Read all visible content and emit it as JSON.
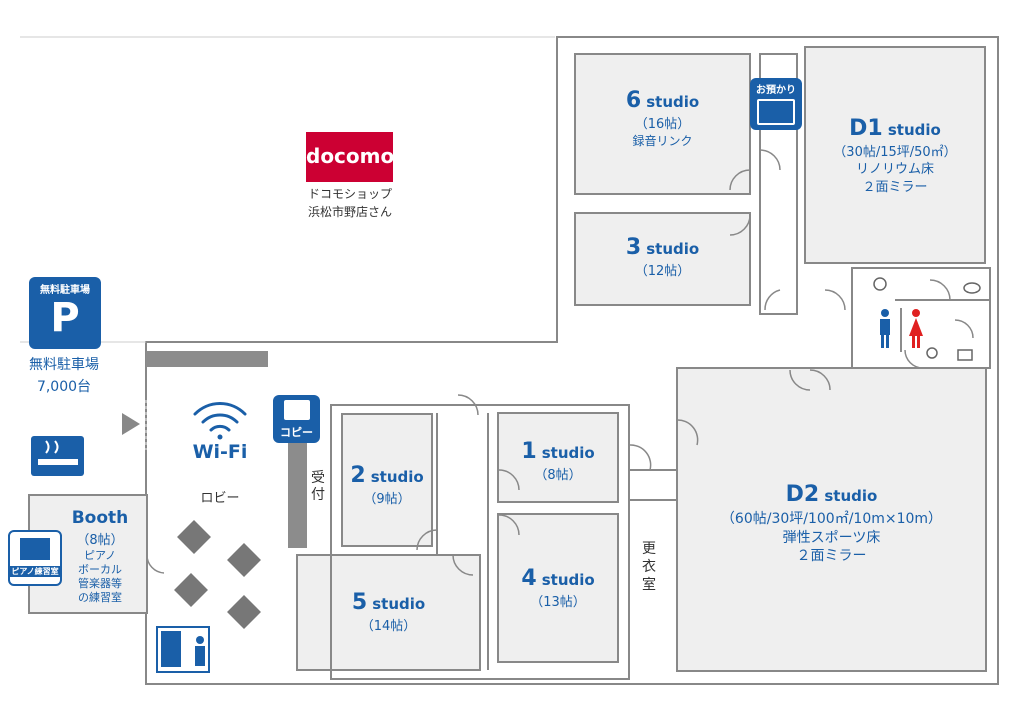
{
  "docomo": {
    "logo": "docomo",
    "name": "ドコモショップ",
    "name2": "浜松市野店さん",
    "color": "#cc0033"
  },
  "parking": {
    "badge": "無料駐車場",
    "letter": "P",
    "caption": "無料駐車場",
    "count": "7,000台"
  },
  "wifi": {
    "label": "Wi-Fi"
  },
  "lobby": {
    "label": "ロビー"
  },
  "reception": {
    "label": "受付"
  },
  "copy": {
    "label": "コピー"
  },
  "storage": {
    "label": "お預かり"
  },
  "changing": {
    "label": "更衣室"
  },
  "booth": {
    "name": "Booth",
    "size": "（8帖）",
    "desc1": "ピアノ",
    "desc2": "ボーカル",
    "desc3": "管楽器等",
    "desc4": "の練習室",
    "badge": "ピアノ練習室"
  },
  "studios": {
    "s6": {
      "num": "6",
      "st": "studio",
      "size": "（16帖）",
      "note": "録音リンク"
    },
    "s3": {
      "num": "3",
      "st": "studio",
      "size": "（12帖）"
    },
    "d1": {
      "num": "D1",
      "st": "studio",
      "size": "（30帖/15坪/50㎡）",
      "note": "リノリウム床",
      "note2": "２面ミラー"
    },
    "s1": {
      "num": "1",
      "st": "studio",
      "size": "（8帖）"
    },
    "s2": {
      "num": "2",
      "st": "studio",
      "size": "（9帖）"
    },
    "s4": {
      "num": "4",
      "st": "studio",
      "size": "（13帖）"
    },
    "s5": {
      "num": "5",
      "st": "studio",
      "size": "（14帖）"
    },
    "d2": {
      "num": "D2",
      "st": "studio",
      "size": "（60帖/30坪/100㎡/10m×10m）",
      "note": "弾性スポーツ床",
      "note2": "２面ミラー"
    }
  },
  "colors": {
    "accent": "#1a5fa8",
    "room": "#efefef",
    "wall": "#888888",
    "toilet_male": "#1a5fa8",
    "toilet_female": "#e02020"
  }
}
